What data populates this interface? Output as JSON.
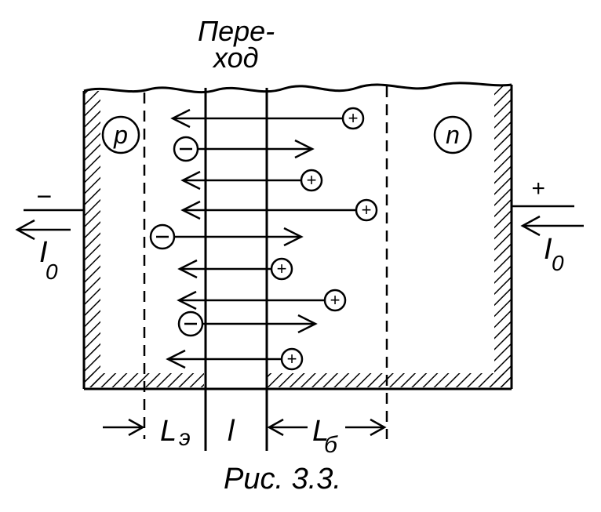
{
  "title_line1": "Пере-",
  "title_line2": "ход",
  "region_p": "p",
  "region_n": "n",
  "left_sign": "−",
  "right_sign": "+",
  "current_left_sub": "0",
  "current_left_main": "I",
  "current_right_main": "I",
  "current_right_sub": "0",
  "dim_emitter_main": "L",
  "dim_emitter_sub": "э",
  "dim_junction": "l",
  "dim_base_main": "L",
  "dim_base_sub": "б",
  "caption": "Рис. 3.3.",
  "carrier_plus": "+",
  "carrier_minus": "−"
}
